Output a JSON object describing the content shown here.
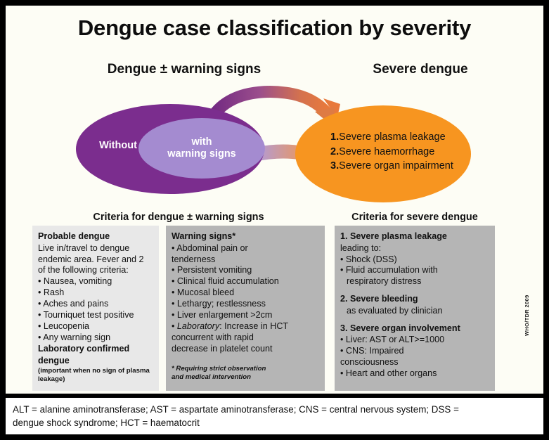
{
  "title": "Dengue case classification by severity",
  "columns": {
    "left_header": "Dengue ± warning signs",
    "right_header": "Severe dengue"
  },
  "venn": {
    "outer_label": "Without",
    "inner_label_line1": "with",
    "inner_label_line2": "warning signs",
    "outer_color": "#7B2D8E",
    "inner_color": "#A48BD0"
  },
  "severe_box": {
    "color": "#F79520",
    "items": [
      {
        "num": "1.",
        "text": "Severe plasma leakage"
      },
      {
        "num": "2.",
        "text": "Severe haemorrhage"
      },
      {
        "num": "3.",
        "text": "Severe organ impairment"
      }
    ]
  },
  "criteria": {
    "left_heading": "Criteria for dengue ± warning signs",
    "right_heading": "Criteria for severe dengue"
  },
  "probable_box": {
    "bg": "#E8E8E8",
    "title": "Probable dengue",
    "lines": [
      "Live in/travel to dengue",
      "endemic area. Fever and 2",
      "of the following criteria:",
      "• Nausea, vomiting",
      "• Rash",
      "• Aches and pains",
      "• Tourniquet test positive",
      "• Leucopenia",
      "• Any warning sign"
    ],
    "subtitle": "Laboratory confirmed",
    "subtitle2": "dengue",
    "small_note_1": "(important when no sign of plasma",
    "small_note_2": "leakage)"
  },
  "warning_box": {
    "bg": "#B5B5B5",
    "title": "Warning signs*",
    "lines": [
      "• Abdominal pain or",
      "tenderness",
      "• Persistent vomiting",
      "• Clinical fluid accumulation",
      "• Mucosal bleed",
      "• Lethargy; restlessness",
      "• Liver enlargement >2cm"
    ],
    "lab_prefix": "• ",
    "lab_italic": "Laboratory",
    "lab_rest": ": Increase in HCT",
    "lab_cont_1": "concurrent with rapid",
    "lab_cont_2": "decrease in platelet count",
    "footnote_1": "* Requiring strict observation",
    "footnote_2": "and medical intervention"
  },
  "severe_criteria_box": {
    "bg": "#B5B5B5",
    "section1_title": "1. Severe plasma leakage",
    "section1_lead": "leading to:",
    "section1_items": [
      "• Shock (DSS)",
      "• Fluid accumulation with"
    ],
    "section1_item_cont": "respiratory distress",
    "section2_title": "2. Severe bleeding",
    "section2_sub": "as evaluated by clinician",
    "section3_title": "3. Severe organ involvement",
    "section3_items": [
      "• Liver: AST or ALT>=1000",
      "• CNS: Impaired"
    ],
    "section3_item_cont": "consciousness",
    "section3_last": "• Heart and other organs"
  },
  "credit": "WHO/TDR 2009",
  "footnote": {
    "line1": "ALT = alanine aminotransferase; AST = aspartate aminotransferase; CNS = central nervous system; DSS =",
    "line2": "dengue shock syndrome; HCT = haematocrit"
  }
}
